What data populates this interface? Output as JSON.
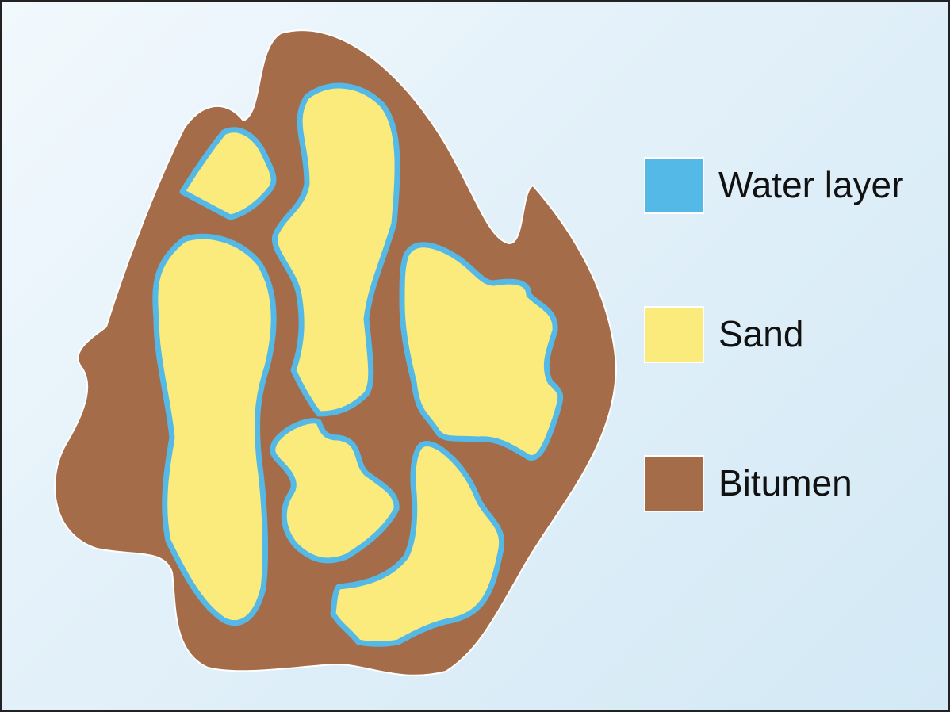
{
  "colors": {
    "water": "#54b9e7",
    "sand": "#fbea7c",
    "bitumen": "#a56c49",
    "outline": "#ffffff"
  },
  "legend": {
    "items": [
      {
        "label": "Water layer",
        "color": "#54b9e7"
      },
      {
        "label": "Sand",
        "color": "#fbea7c"
      },
      {
        "label": "Bitumen",
        "color": "#a56c49"
      }
    ]
  }
}
